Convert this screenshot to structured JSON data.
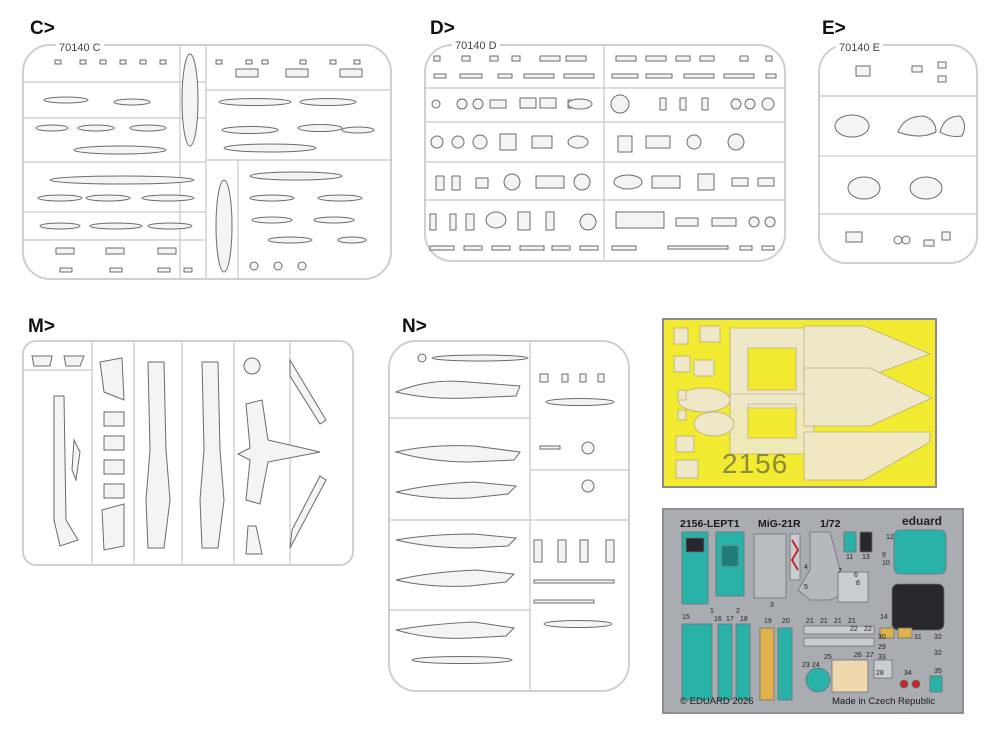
{
  "sprues": [
    {
      "letter": "C>",
      "code": "70140 C"
    },
    {
      "letter": "D>",
      "code": "70140 D"
    },
    {
      "letter": "E>",
      "code": "70140 E"
    },
    {
      "letter": "M>",
      "code": ""
    },
    {
      "letter": "N>",
      "code": ""
    }
  ],
  "mask": {
    "number": "2156"
  },
  "photoetch": {
    "code": "2156-LEPT1",
    "model": "MiG-21R",
    "scale": "1/72",
    "brand": "eduard",
    "copyright": "© EDUARD 2026",
    "origin": "Made in Czech Republic",
    "part_numbers": [
      "1",
      "2",
      "3",
      "4",
      "5",
      "6",
      "7",
      "8",
      "9",
      "10",
      "11",
      "12",
      "13",
      "14",
      "15",
      "16",
      "17",
      "18",
      "19",
      "20",
      "21",
      "21",
      "21",
      "21",
      "22",
      "22",
      "23",
      "24",
      "25",
      "26",
      "27",
      "28",
      "29",
      "30",
      "31",
      "32",
      "32",
      "33",
      "34",
      "35"
    ]
  },
  "colors": {
    "sprue_frame": "#cfcfcf",
    "part_line": "#6b6b6b",
    "mask_yellow": "#f3ea32",
    "mask_cut": "#efe8c8",
    "fret_grey": "#a9acb0",
    "pe_teal": "#29b3a8",
    "pe_dark": "#26282b"
  }
}
